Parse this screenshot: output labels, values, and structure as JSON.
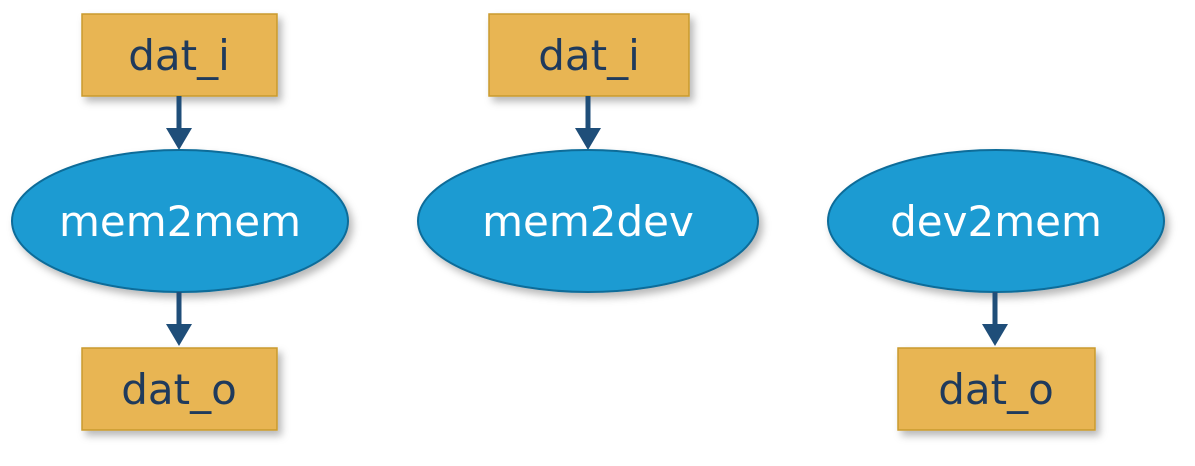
{
  "diagram": {
    "mem2mem": {
      "input": "dat_i",
      "node": "mem2mem",
      "output": "dat_o"
    },
    "mem2dev": {
      "input": "dat_i",
      "node": "mem2dev"
    },
    "dev2mem": {
      "node": "dev2mem",
      "output": "dat_o"
    }
  },
  "colors": {
    "box_fill": "#E8B552",
    "ellipse_fill": "#1E9BD2",
    "arrow": "#1F4E79",
    "box_text": "#1F3A5C",
    "ellipse_text": "#FFFFFF"
  }
}
